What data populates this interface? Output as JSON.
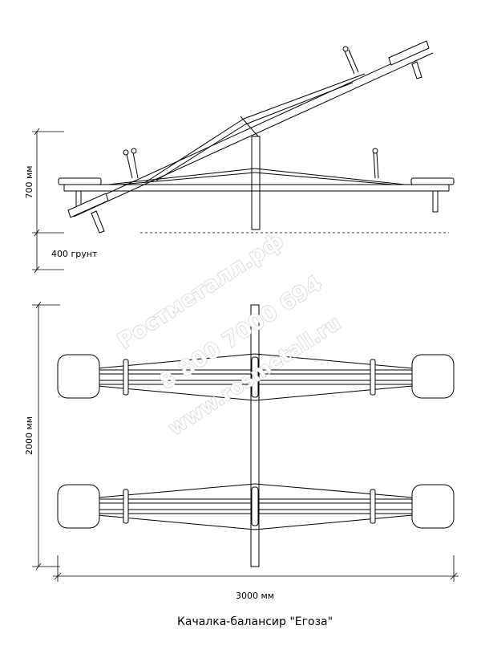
{
  "dimensions": {
    "height_above_ground": "700 мм",
    "depth_in_ground": "400 грунт",
    "width": "2000 мм",
    "length": "3000 мм"
  },
  "caption": "Качалка-балансир \"Егоза\"",
  "watermark": {
    "site": "Ростметалл.рф",
    "phone": "8 800 7000 694",
    "url": "www.rosmetall.ru"
  },
  "colors": {
    "line": "#000000",
    "watermark_stroke": "#c9c9c9"
  }
}
